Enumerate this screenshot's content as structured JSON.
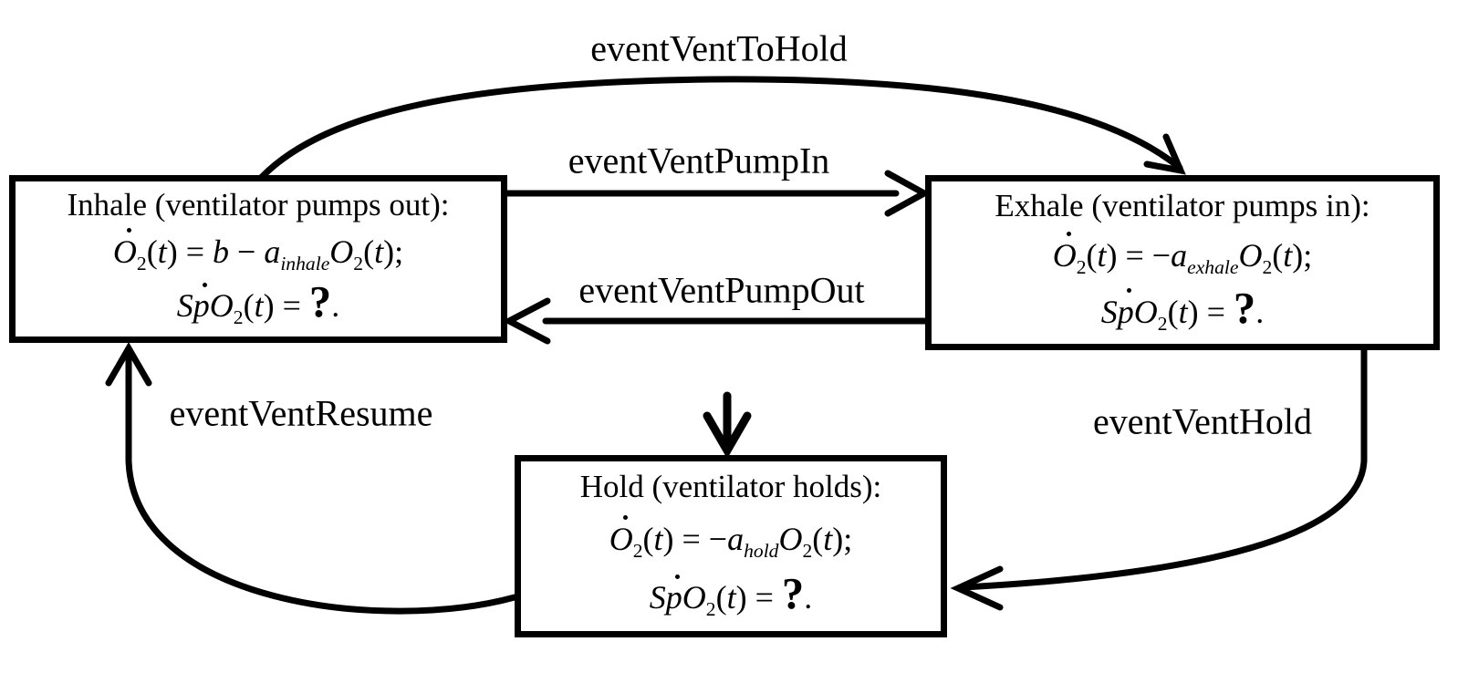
{
  "colors": {
    "ink": "#000000",
    "background": "#ffffff"
  },
  "diagram": {
    "type": "state-machine",
    "states": [
      {
        "id": "inhale",
        "title": "Inhale (ventilator pumps out):",
        "eq1": [
          {
            "k": "dot",
            "v": "O"
          },
          {
            "k": "subr",
            "v": "2"
          },
          {
            "k": "r",
            "v": "("
          },
          {
            "k": "i",
            "v": "t"
          },
          {
            "k": "r",
            "v": ") = "
          },
          {
            "k": "i",
            "v": "b"
          },
          {
            "k": "r",
            "v": " − "
          },
          {
            "k": "i",
            "v": "a"
          },
          {
            "k": "subi",
            "v": "inhale"
          },
          {
            "k": "i",
            "v": "O"
          },
          {
            "k": "subr",
            "v": "2"
          },
          {
            "k": "r",
            "v": "("
          },
          {
            "k": "i",
            "v": "t"
          },
          {
            "k": "r",
            "v": ");"
          }
        ],
        "eq2": [
          {
            "k": "i",
            "v": "S"
          },
          {
            "k": "dot",
            "v": "p"
          },
          {
            "k": "i",
            "v": "O"
          },
          {
            "k": "subr",
            "v": "2"
          },
          {
            "k": "r",
            "v": "("
          },
          {
            "k": "i",
            "v": "t"
          },
          {
            "k": "r",
            "v": ") = "
          },
          {
            "k": "q",
            "v": "?"
          },
          {
            "k": "r",
            "v": "."
          }
        ]
      },
      {
        "id": "exhale",
        "title": "Exhale (ventilator pumps in):",
        "eq1": [
          {
            "k": "dot",
            "v": "O"
          },
          {
            "k": "subr",
            "v": "2"
          },
          {
            "k": "r",
            "v": "("
          },
          {
            "k": "i",
            "v": "t"
          },
          {
            "k": "r",
            "v": ") = −"
          },
          {
            "k": "i",
            "v": "a"
          },
          {
            "k": "subi",
            "v": "exhale"
          },
          {
            "k": "i",
            "v": "O"
          },
          {
            "k": "subr",
            "v": "2"
          },
          {
            "k": "r",
            "v": "("
          },
          {
            "k": "i",
            "v": "t"
          },
          {
            "k": "r",
            "v": ");"
          }
        ],
        "eq2": [
          {
            "k": "i",
            "v": "S"
          },
          {
            "k": "dot",
            "v": "p"
          },
          {
            "k": "i",
            "v": "O"
          },
          {
            "k": "subr",
            "v": "2"
          },
          {
            "k": "r",
            "v": "("
          },
          {
            "k": "i",
            "v": "t"
          },
          {
            "k": "r",
            "v": ") = "
          },
          {
            "k": "q",
            "v": "?"
          },
          {
            "k": "r",
            "v": "."
          }
        ]
      },
      {
        "id": "hold",
        "title": "Hold (ventilator holds):",
        "eq1": [
          {
            "k": "dot",
            "v": "O"
          },
          {
            "k": "subr",
            "v": "2"
          },
          {
            "k": "r",
            "v": "("
          },
          {
            "k": "i",
            "v": "t"
          },
          {
            "k": "r",
            "v": ") = −"
          },
          {
            "k": "i",
            "v": "a"
          },
          {
            "k": "subi",
            "v": "hold"
          },
          {
            "k": "i",
            "v": "O"
          },
          {
            "k": "subr",
            "v": "2"
          },
          {
            "k": "r",
            "v": "("
          },
          {
            "k": "i",
            "v": "t"
          },
          {
            "k": "r",
            "v": ");"
          }
        ],
        "eq2": [
          {
            "k": "i",
            "v": "S"
          },
          {
            "k": "dot",
            "v": "p"
          },
          {
            "k": "i",
            "v": "O"
          },
          {
            "k": "subr",
            "v": "2"
          },
          {
            "k": "r",
            "v": "("
          },
          {
            "k": "i",
            "v": "t"
          },
          {
            "k": "r",
            "v": ") = "
          },
          {
            "k": "q",
            "v": "?"
          },
          {
            "k": "r",
            "v": "."
          }
        ]
      }
    ],
    "transitions": [
      {
        "label": "eventVentToHold",
        "from": "Inhale",
        "to": "Exhale"
      },
      {
        "label": "eventVentPumpIn",
        "from": "Inhale",
        "to": "Exhale"
      },
      {
        "label": "eventVentPumpOut",
        "from": "Exhale",
        "to": "Inhale"
      },
      {
        "label": "eventVentHold",
        "from": "Exhale",
        "to": "Hold"
      },
      {
        "label": "eventVentResume",
        "from": "Hold",
        "to": "Inhale"
      }
    ],
    "initial_pointer": {
      "target": "Hold"
    }
  }
}
